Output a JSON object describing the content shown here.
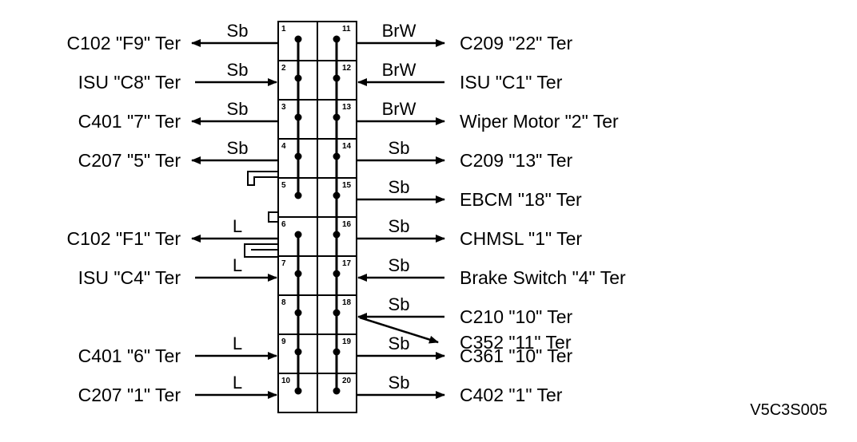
{
  "diagram_code": "V5C3S005",
  "colors": {
    "line": "#000000",
    "background": "#ffffff"
  },
  "left_column": [
    {
      "pin": "1",
      "wire": "Sb",
      "label": "C102 \"F9\" Ter",
      "direction": "out"
    },
    {
      "pin": "2",
      "wire": "Sb",
      "label": "ISU \"C8\" Ter",
      "direction": "in"
    },
    {
      "pin": "3",
      "wire": "Sb",
      "label": "C401 \"7\" Ter",
      "direction": "out"
    },
    {
      "pin": "4",
      "wire": "Sb",
      "label": "C207 \"5\" Ter",
      "direction": "out"
    },
    {
      "pin": "5",
      "wire": "",
      "label": "",
      "direction": "none"
    },
    {
      "pin": "6",
      "wire": "L",
      "label": "C102 \"F1\" Ter",
      "direction": "out"
    },
    {
      "pin": "7",
      "wire": "L",
      "label": "ISU \"C4\" Ter",
      "direction": "in"
    },
    {
      "pin": "8",
      "wire": "",
      "label": "",
      "direction": "none"
    },
    {
      "pin": "9",
      "wire": "L",
      "label": "C401 \"6\" Ter",
      "direction": "in"
    },
    {
      "pin": "10",
      "wire": "L",
      "label": "C207 \"1\" Ter",
      "direction": "in"
    }
  ],
  "right_column": [
    {
      "pin": "11",
      "wire": "BrW",
      "label": "C209 \"22\" Ter",
      "direction": "out"
    },
    {
      "pin": "12",
      "wire": "BrW",
      "label": "ISU \"C1\" Ter",
      "direction": "in"
    },
    {
      "pin": "13",
      "wire": "BrW",
      "label": "Wiper Motor \"2\" Ter",
      "direction": "out"
    },
    {
      "pin": "14",
      "wire": "Sb",
      "label": "C209 \"13\" Ter",
      "direction": "out"
    },
    {
      "pin": "15",
      "wire": "Sb",
      "label": "EBCM \"18\" Ter",
      "direction": "out"
    },
    {
      "pin": "16",
      "wire": "Sb",
      "label": "CHMSL \"1\" Ter",
      "direction": "out"
    },
    {
      "pin": "17",
      "wire": "Sb",
      "label": "Brake Switch \"4\" Ter",
      "direction": "in"
    },
    {
      "pin": "18",
      "wire": "Sb",
      "label": "C210 \"10\" Ter",
      "direction": "in"
    },
    {
      "pin": "19",
      "wire": "Sb",
      "label": "C361 \"10\" Ter",
      "direction": "out"
    },
    {
      "pin": "20",
      "wire": "Sb",
      "label": "C402 \"1\" Ter",
      "direction": "out"
    }
  ],
  "pin18_branch": {
    "label": "C352 \"11\" Ter",
    "direction": "out"
  }
}
